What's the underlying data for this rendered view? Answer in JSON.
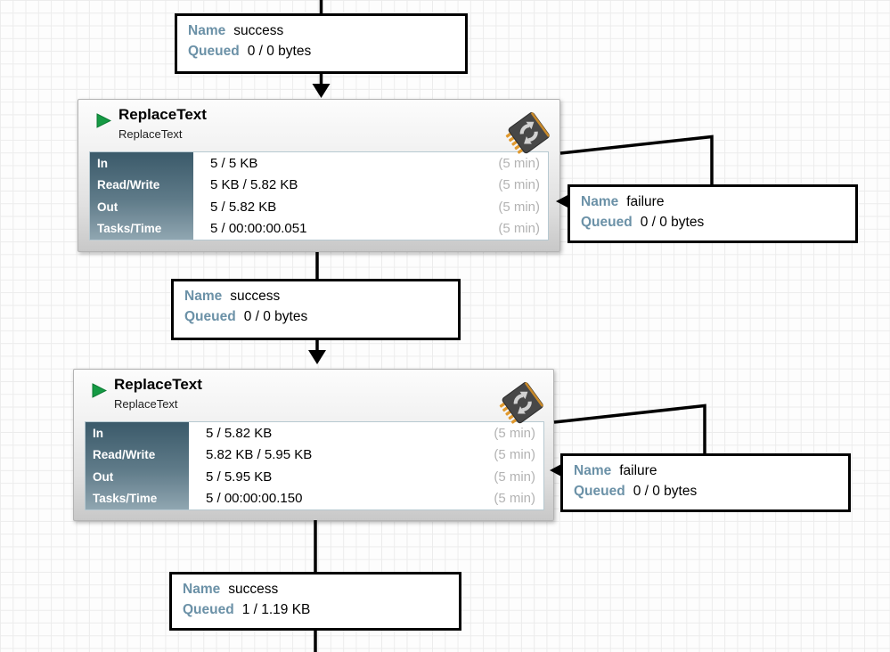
{
  "labels": {
    "name": "Name",
    "queued": "Queued"
  },
  "connections": [
    {
      "name": "success",
      "queued": "0 / 0 bytes"
    },
    {
      "name": "failure",
      "queued": "0 / 0 bytes"
    },
    {
      "name": "success",
      "queued": "0 / 0 bytes"
    },
    {
      "name": "failure",
      "queued": "0 / 0 bytes"
    },
    {
      "name": "success",
      "queued": "1 / 1.19 KB"
    }
  ],
  "processors": [
    {
      "title": "ReplaceText",
      "subtitle": "ReplaceText",
      "stats": [
        {
          "label": "In",
          "value": "5 / 5 KB",
          "window": "(5 min)"
        },
        {
          "label": "Read/Write",
          "value": "5 KB / 5.82 KB",
          "window": "(5 min)"
        },
        {
          "label": "Out",
          "value": "5 / 5.82 KB",
          "window": "(5 min)"
        },
        {
          "label": "Tasks/Time",
          "value": "5 / 00:00:00.051",
          "window": "(5 min)"
        }
      ]
    },
    {
      "title": "ReplaceText",
      "subtitle": "ReplaceText",
      "stats": [
        {
          "label": "In",
          "value": "5 / 5.82 KB",
          "window": "(5 min)"
        },
        {
          "label": "Read/Write",
          "value": "5.82 KB / 5.95 KB",
          "window": "(5 min)"
        },
        {
          "label": "Out",
          "value": "5 / 5.95 KB",
          "window": "(5 min)"
        },
        {
          "label": "Tasks/Time",
          "value": "5 / 00:00:00.150",
          "window": "(5 min)"
        }
      ]
    }
  ],
  "icons": {
    "running_status": "green-run-triangle",
    "processor_type": "chip-with-sync-arrows"
  },
  "colors": {
    "connection_key_text": "#6b91a7",
    "running_green": "#159a44",
    "stats_header_top": "#3b5a6a",
    "stats_header_bottom": "#90a6b1",
    "stats_window_text": "#b3b3b3",
    "chip_pin_orange": "#e0992e",
    "connector_line": "#000000"
  }
}
